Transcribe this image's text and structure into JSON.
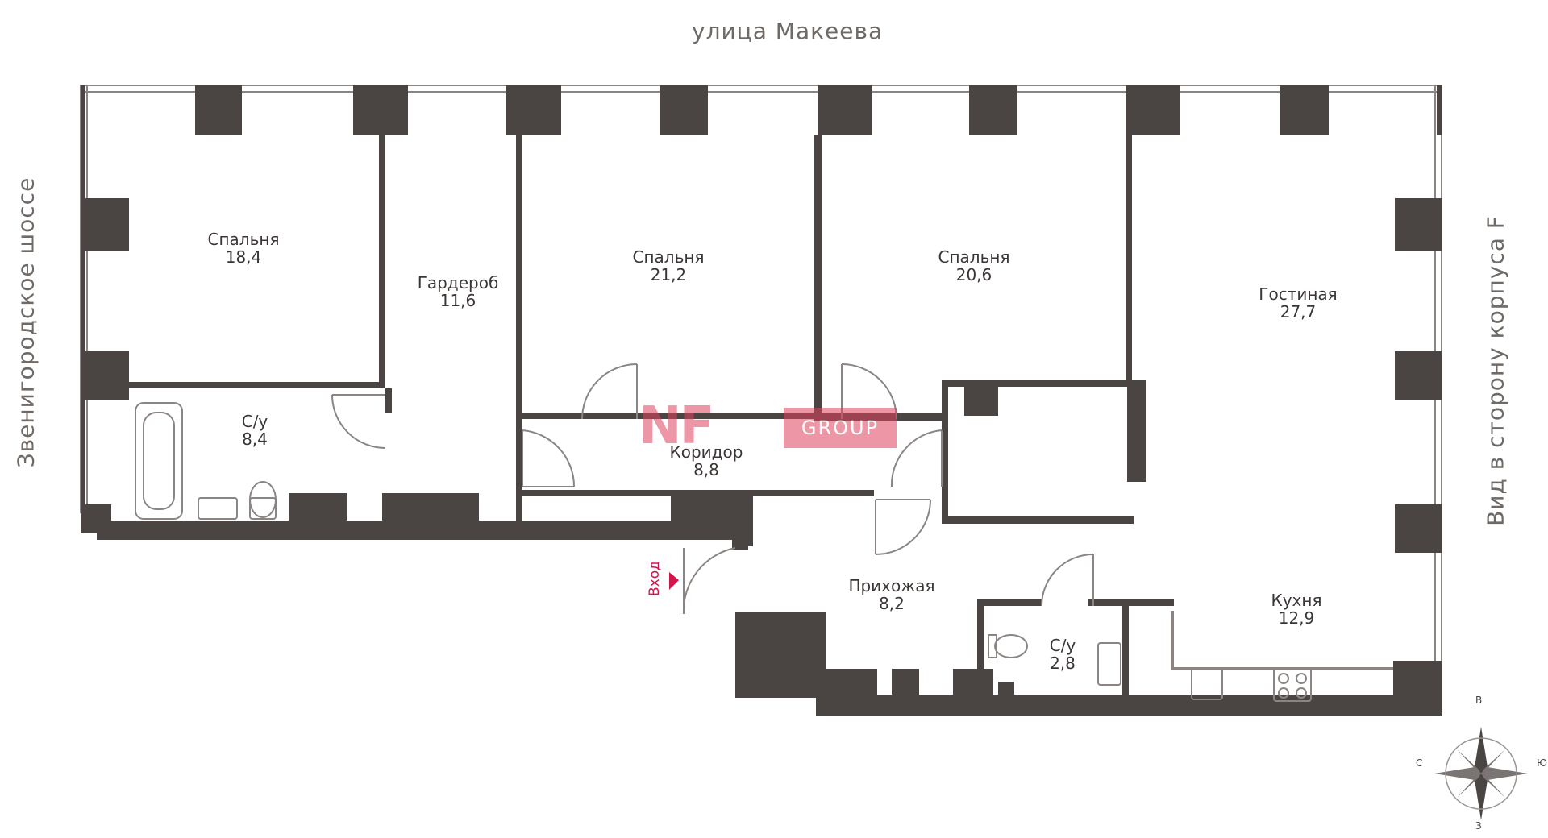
{
  "streets": {
    "top": "улица Макеева",
    "left": "Звенигородское шоссе",
    "right": "Вид в сторону корпуса F"
  },
  "rooms": [
    {
      "id": "bedroom-1",
      "name": "Спальня",
      "area": "18,4"
    },
    {
      "id": "wardrobe",
      "name": "Гардероб",
      "area": "11,6"
    },
    {
      "id": "bedroom-2",
      "name": "Спальня",
      "area": "21,2"
    },
    {
      "id": "bedroom-3",
      "name": "Спальня",
      "area": "20,6"
    },
    {
      "id": "living-room",
      "name": "Гостиная",
      "area": "27,7"
    },
    {
      "id": "bathroom-1",
      "name": "С/у",
      "area": "8,4"
    },
    {
      "id": "corridor",
      "name": "Коридор",
      "area": "8,8"
    },
    {
      "id": "hallway",
      "name": "Прихожая",
      "area": "8,2"
    },
    {
      "id": "bathroom-2",
      "name": "С/у",
      "area": "2,8"
    },
    {
      "id": "kitchen",
      "name": "Кухня",
      "area": "12,9"
    }
  ],
  "entrance": "Вход",
  "watermark": {
    "brand": "NF",
    "suffix": "GROUP"
  },
  "compass": {
    "north": "В",
    "east": "Ю",
    "south": "З",
    "west": "С"
  },
  "colors": {
    "wall": "#4a4442",
    "accent": "#d4144d",
    "text": "#3b3634"
  }
}
